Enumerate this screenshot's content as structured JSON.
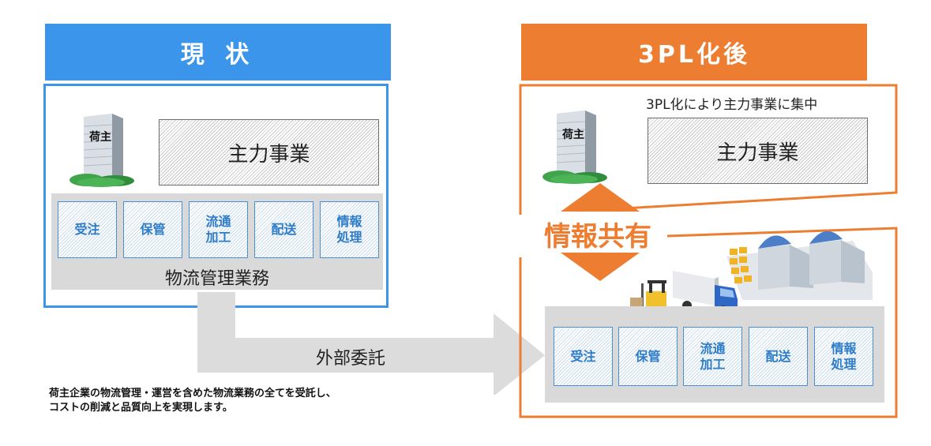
{
  "left": {
    "header": "現 状",
    "building_label": "荷主",
    "core_business": "主力事業",
    "tasks": [
      "受注",
      "保管",
      "流通\n加工",
      "配送",
      "情報\n処理"
    ],
    "tasks_caption": "物流管理業務"
  },
  "arrow": {
    "label": "外部委託"
  },
  "note": {
    "line1": "荷主企業の物流管理・運営を含めた物流業務の全てを受託し、",
    "line2": "コストの削減と品質向上を実現します。"
  },
  "right": {
    "header": "3PL化後",
    "caption": "3PL化により主力事業に集中",
    "building_label": "荷主",
    "core_business": "主力事業",
    "info_share": "情報共有",
    "tasks": [
      "受注",
      "保管",
      "流通\n加工",
      "配送",
      "情報\n処理"
    ]
  },
  "colors": {
    "blue": "#3b95ea",
    "orange": "#ed7d31",
    "task_text": "#2d7cc7",
    "gray": "#d9d9d9"
  }
}
